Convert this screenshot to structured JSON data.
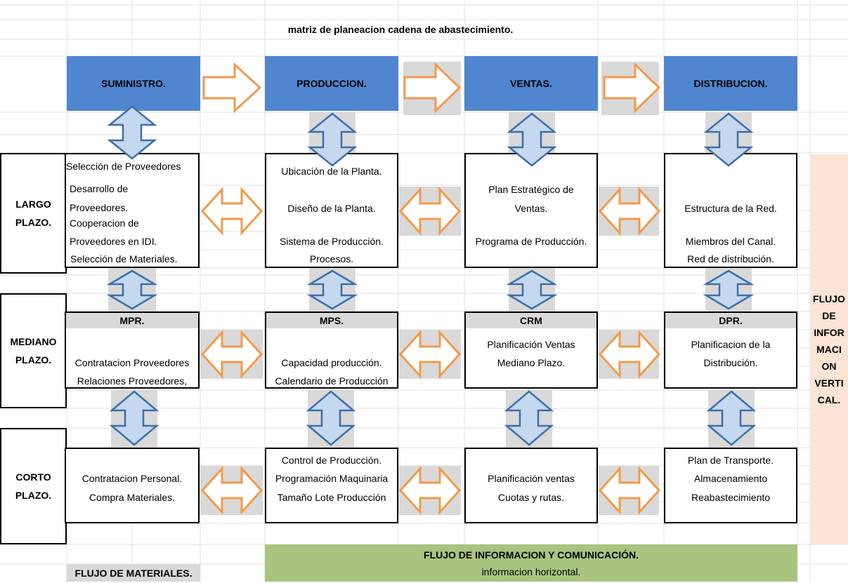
{
  "title": "matriz de planeacion cadena de abastecimiento.",
  "columns": [
    {
      "header": "SUMINISTRO."
    },
    {
      "header": "PRODUCCION."
    },
    {
      "header": "VENTAS."
    },
    {
      "header": "DISTRIBUCION."
    }
  ],
  "rows": {
    "largo": {
      "line1": "LARGO",
      "line2": "PLAZO."
    },
    "mediano": {
      "line1": "MEDIANO",
      "line2": "PLAZO."
    },
    "corto": {
      "line1": "CORTO",
      "line2": "PLAZO."
    }
  },
  "largo": {
    "suministro": [
      "Selección de Proveedores",
      "Desarrollo de",
      "Proveedores.",
      "Cooperacion de",
      "Proveedores en IDI.",
      "Selección de Materiales."
    ],
    "produccion": [
      "Ubicación de la Planta.",
      "Diseño de la Planta.",
      "Sistema de Producción.",
      "Procesos."
    ],
    "ventas": [
      "Plan Estratégico de",
      "Ventas.",
      "Programa de Producción."
    ],
    "distribucion": [
      "Estructura de la Red.",
      "Miembros del Canal.",
      "Red de distribución."
    ]
  },
  "mediano": {
    "suministro": {
      "header": "MPR.",
      "lines": [
        "Contratacion Proveedores",
        "Relaciones Proveedores,"
      ]
    },
    "produccion": {
      "header": "MPS.",
      "lines": [
        "Capacidad producción.",
        "Calendario de Producción"
      ]
    },
    "ventas": {
      "header": "CRM",
      "lines": [
        "Planificación Ventas",
        "Mediano Plazo."
      ]
    },
    "distribucion": {
      "header": "DPR.",
      "lines": [
        "Planificacion de la",
        "Distribución."
      ]
    }
  },
  "corto": {
    "suministro": [
      "Contratacion Personal.",
      "Compra Materiales."
    ],
    "produccion": [
      "Control de Producción.",
      "Programación Maquinaria",
      "Tamaño Lote Producción"
    ],
    "ventas": [
      "Planificación ventas",
      "Cuotas y rutas."
    ],
    "distribucion": [
      "Plan de Transporte.",
      "Almacenamiento",
      "Reabastecimiento"
    ]
  },
  "vertical_flow": [
    "FLUJO",
    "DE",
    "INFOR",
    "MACI",
    "ON",
    "VERTI",
    "CAL."
  ],
  "horizontal_flow": {
    "title": "FLUJO DE INFORMACION Y COMUNICACIÓN.",
    "subtitle": "informacion horizontal."
  },
  "materials_flow": "FLUJO DE MATERIALES.",
  "colors": {
    "header_blue": "#4f86cf",
    "arrow_orange": "#f39a4a",
    "arrow_blue_fill": "#c5d8f0",
    "arrow_blue_stroke": "#3d6fa8",
    "gray": "#d9d9d9",
    "green": "#a9c47f",
    "peach": "#fce4d6"
  }
}
